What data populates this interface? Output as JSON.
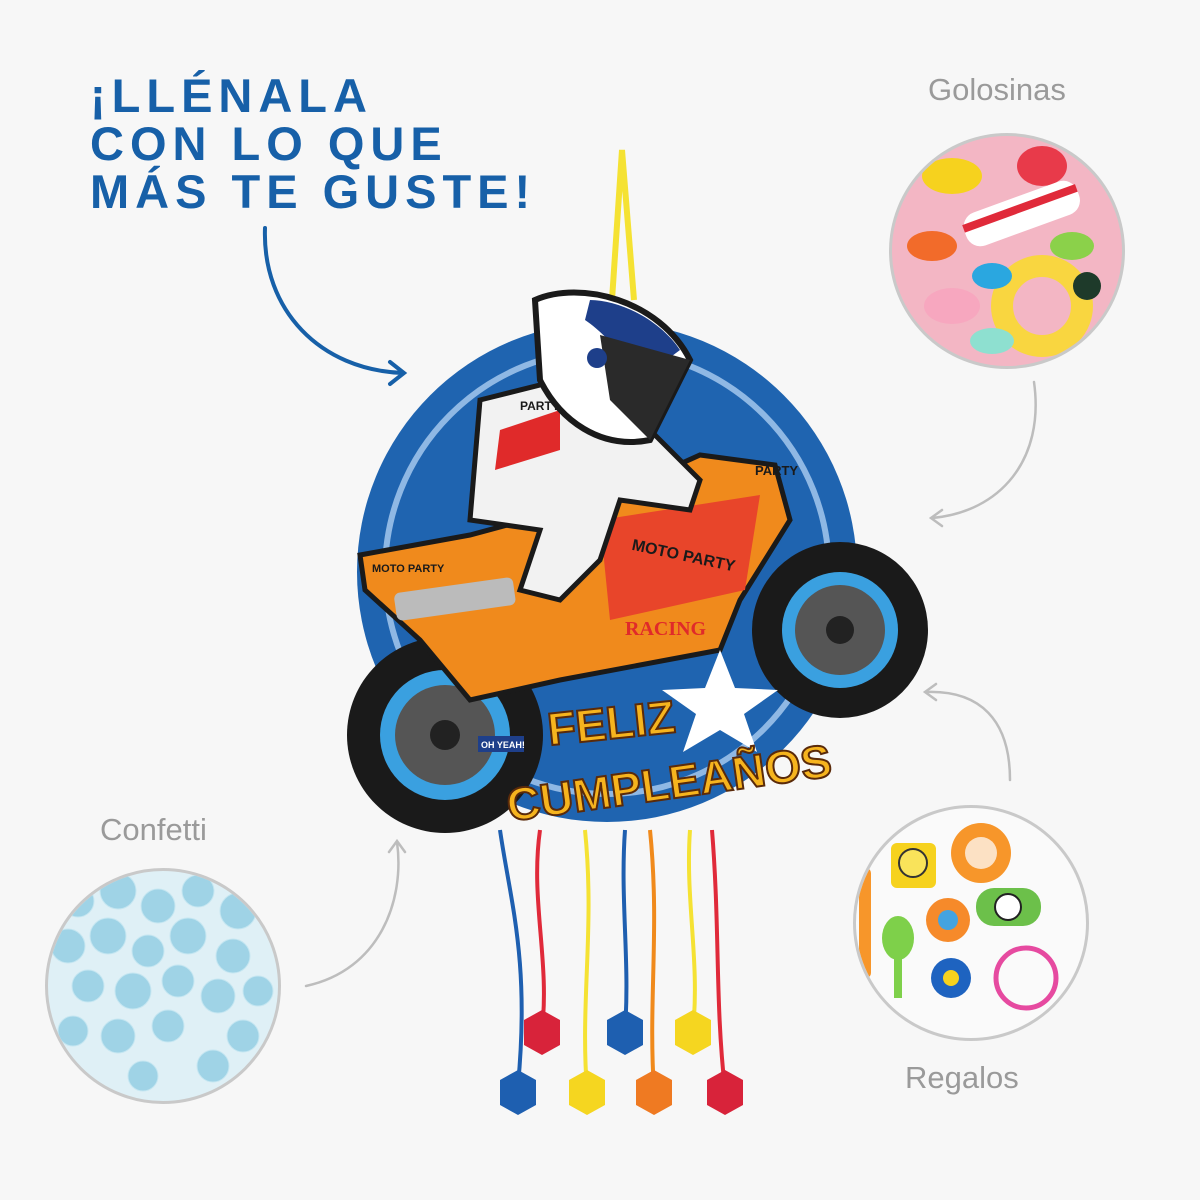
{
  "headline": {
    "lines": [
      "¡LLÉNALA",
      "CON LO QUE",
      "MÁS TE GUSTE!"
    ]
  },
  "fillings": [
    {
      "label": "Golosinas",
      "icon": "candy-image"
    },
    {
      "label": "Confetti",
      "icon": "confetti-image"
    },
    {
      "label": "Regalos",
      "icon": "toys-image"
    }
  ],
  "pinata": {
    "moto_party": "MOTO PARTY",
    "party": "PARTY",
    "racing": "RACING",
    "feliz": "FELIZ",
    "cumpleanos": "CUMPLEAÑOS",
    "oh_yeah": "OH YEAH!"
  },
  "colors": {
    "brand_blue": "#1760a8",
    "label_gray": "#9a9a9a",
    "pinata_blue": "#1f64b0",
    "bike_orange": "#f08a1c"
  }
}
